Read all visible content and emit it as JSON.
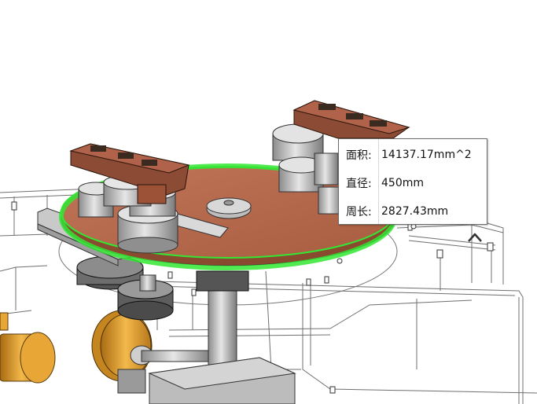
{
  "measure": {
    "rows": [
      {
        "label": "面积:",
        "value": "14137.17mm^2"
      },
      {
        "label": "直径:",
        "value": "450mm"
      },
      {
        "label": "周长:",
        "value": "2827.43mm"
      }
    ]
  },
  "icons": {
    "collapse": "chevron-up-icon"
  },
  "colors": {
    "selection_highlight": "#33e633",
    "plate": "#b5664a",
    "bracket": "#8a4a32",
    "steel": "#b9b9b9",
    "brass": "#e0a030",
    "wire": "#6f6f6f"
  }
}
